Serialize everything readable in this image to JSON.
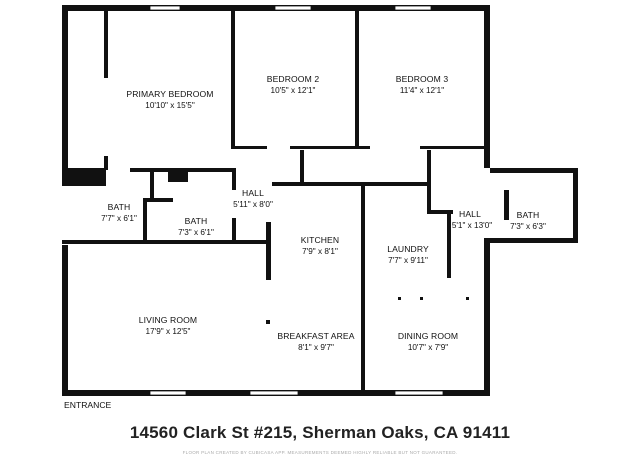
{
  "rooms": [
    {
      "id": "primary-bedroom",
      "name": "PRIMARY BEDROOM",
      "dims": "10'10\" x 15'5\""
    },
    {
      "id": "bedroom-2",
      "name": "BEDROOM 2",
      "dims": "10'5\" x 12'1\""
    },
    {
      "id": "bedroom-3",
      "name": "BEDROOM 3",
      "dims": "11'4\" x 12'1\""
    },
    {
      "id": "bath-left",
      "name": "BATH",
      "dims": "7'7\" x 6'1\""
    },
    {
      "id": "bath-middle",
      "name": "BATH",
      "dims": "7'3\" x 6'1\""
    },
    {
      "id": "hall-left",
      "name": "HALL",
      "dims": "5'11\" x 8'0\""
    },
    {
      "id": "hall-right",
      "name": "HALL",
      "dims": "5'1\" x 13'0\""
    },
    {
      "id": "bath-right",
      "name": "BATH",
      "dims": "7'3\" x 6'3\""
    },
    {
      "id": "kitchen",
      "name": "KITCHEN",
      "dims": "7'9\" x 8'1\""
    },
    {
      "id": "laundry",
      "name": "LAUNDRY",
      "dims": "7'7\" x 9'11\""
    },
    {
      "id": "living-room",
      "name": "LIVING ROOM",
      "dims": "17'9\" x 12'5\""
    },
    {
      "id": "breakfast-area",
      "name": "BREAKFAST AREA",
      "dims": "8'1\" x 9'7\""
    },
    {
      "id": "dining-room",
      "name": "DINING ROOM",
      "dims": "10'7\" x 7'9\""
    }
  ],
  "entrance_label": "ENTRANCE",
  "address": "14560 Clark St #215, Sherman Oaks, CA 91411",
  "credit": "FLOOR PLAN CREATED BY CUBICASA APP. MEASUREMENTS DEEMED HIGHLY RELIABLE BUT NOT GUARANTEED.",
  "colors": {
    "wall": "#111111",
    "window": "#ffffff",
    "background": "#ffffff"
  }
}
